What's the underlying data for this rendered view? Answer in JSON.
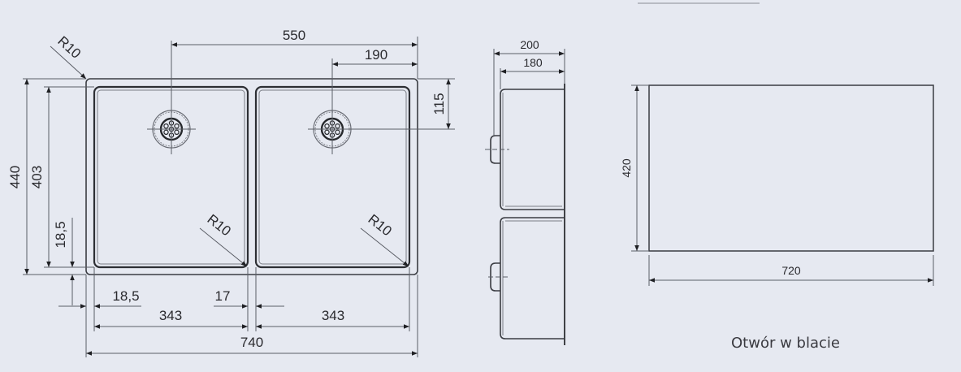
{
  "drawing": {
    "caption": "Otwór w blacie",
    "colors": {
      "background": "#e6e9f1",
      "line": "#3a3c42",
      "text": "#2a2a2e"
    }
  },
  "top_view": {
    "radius_labels": [
      "R10",
      "R10",
      "R10"
    ],
    "dimensions": {
      "overall_width": "740",
      "overall_height": "440",
      "bowl_height": "403",
      "drain_spacing": "550",
      "drain_from_right": "190",
      "drain_from_top": "115",
      "bottom_margin": "18,5",
      "left_margin": "18,5",
      "divider_gap": "17",
      "bowl_width_left": "343",
      "bowl_width_right": "343"
    }
  },
  "side_view": {
    "dimensions": {
      "depth_outer": "200",
      "depth_inner": "180"
    }
  },
  "cutout_view": {
    "dimensions": {
      "width": "720",
      "height": "420"
    }
  }
}
